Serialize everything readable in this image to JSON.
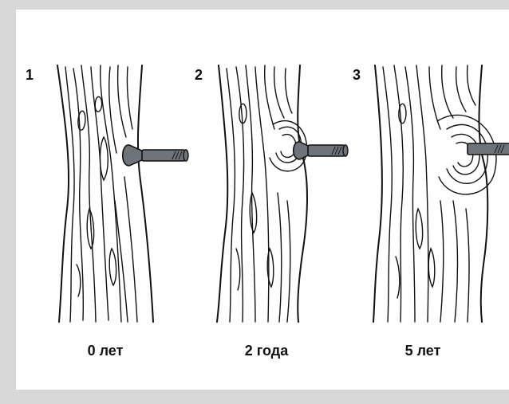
{
  "stages": [
    {
      "number": "1",
      "caption": "0 лет"
    },
    {
      "number": "2",
      "caption": "2 года"
    },
    {
      "number": "3",
      "caption": "5 лет"
    }
  ],
  "colors": {
    "background_border": "#d8d8d8",
    "panel": "#ffffff",
    "ink": "#111111",
    "nail": "#6f737a"
  },
  "icons": [
    "tree-trunk-icon",
    "nail-icon"
  ]
}
